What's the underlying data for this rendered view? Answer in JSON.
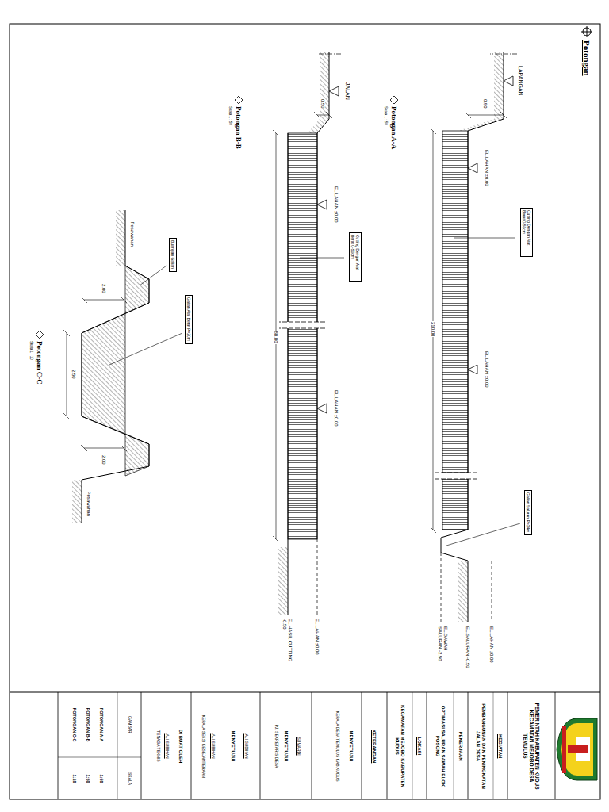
{
  "diagram": {
    "title": "Potongan",
    "nodes": [
      {
        "text": [
          "Cutting Dengan Alat Berat 0-50cm"
        ]
      },
      {
        "text": [
          "Galian Saluran P=24m"
        ]
      },
      {
        "text": [
          "Cutting Dengan Alat Berat 0-50cm"
        ]
      },
      {
        "text": [
          "Buangan Galian"
        ]
      },
      {
        "text": [
          "Galian Alat Berat P=20m"
        ]
      }
    ],
    "labels": [
      "LAPANGAN",
      "0.50",
      "EL.LAHAN ±0.00",
      "EL.LAHAN ±0.00",
      "210.00",
      "EL.LAHAN ±0.00",
      "EL.SALURAN -0.50",
      "EL.BAWAH SALURAN -2.50",
      "Potongan A-A",
      "Skala 1 : 50",
      "JALAN",
      "0.50",
      "EL.LAHAN ±0.00",
      "EL.LAHAN ±0.00",
      "80.00",
      "EL.LAHAN ±0.00",
      "EL.HASIL CUTTING -0.50",
      "Potongan B-B",
      "Skala 1 : 50",
      "Pesawahan",
      "2.00",
      "2.50",
      "2.00",
      "Pesawahan",
      "Potongan C-C",
      "Skala 1 : 10",
      "PEMERINTAH KABUPATEN KUDUS KECAMATAN MEJOBO DESA TEMULUS",
      "KEGIATAN",
      "PEMBANGUNAN DAN PENINGKATAN JALAN DESA",
      "PEKERJAAN",
      "OPTIMASI SALURAN SAWAH BLOK POSONG",
      "LOKASI",
      "KECAMATAN MEJOBO KABUPATEN KUDUS",
      "KETERANGAN",
      "MENYETUJUI",
      "KEPALA DESA TEMULUS KAB.KUDUS",
      "SUMARDI",
      "MENYETUJUI",
      "PJ. SEKRETARIS DESA",
      "ALI SUBIHAN",
      "MENYETUJUI",
      "ALI SUBIHAN",
      "KEPALA SEKSI KESEJAHTERAAN",
      "DI BUAT OLEH",
      "ALI SUBIHAN",
      "TENAGA TEKNIS",
      "GAMBAR",
      "SKALA",
      "POTONGAN A-A",
      "1:50",
      "POTONGAN B-B",
      "1:50",
      "POTONGAN C-C",
      "1:10"
    ]
  }
}
